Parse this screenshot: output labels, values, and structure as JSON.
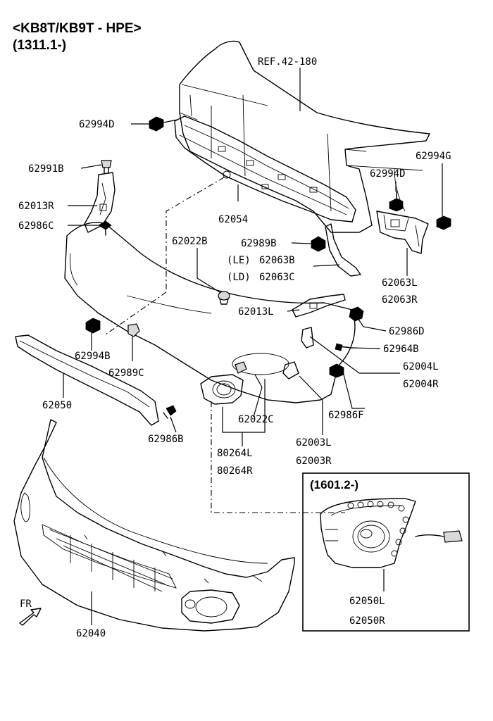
{
  "header": {
    "model": "<KB8T/KB9T - HPE>",
    "period": "(1311.1-)"
  },
  "ref_label": "REF.42-180",
  "inset": {
    "period": "(1601.2-)",
    "part_l": "62050L",
    "part_r": "62050R"
  },
  "fr_label": "FR",
  "parts": {
    "p62994D_a": "62994D",
    "p62994G": "62994G",
    "p62994D_b": "62994D",
    "p62991B": "62991B",
    "p62013R": "62013R",
    "p62986C": "62986C",
    "p62054": "62054",
    "p62022B": "62022B",
    "p62989B": "62989B",
    "le": "(LE)",
    "p62063B": "62063B",
    "ld": "(LD)",
    "p62063C": "62063C",
    "p62063L": "62063L",
    "p62063R": "62063R",
    "p62013L": "62013L",
    "p62986D": "62986D",
    "p62964B": "62964B",
    "p62994B": "62994B",
    "p62989C": "62989C",
    "p62004L": "62004L",
    "p62004R": "62004R",
    "p62050": "62050",
    "p62022C": "62022C",
    "p62986F": "62986F",
    "p62986B": "62986B",
    "p62003L": "62003L",
    "p62003R": "62003R",
    "p80264L": "80264L",
    "p80264R": "80264R",
    "p62040": "62040"
  }
}
